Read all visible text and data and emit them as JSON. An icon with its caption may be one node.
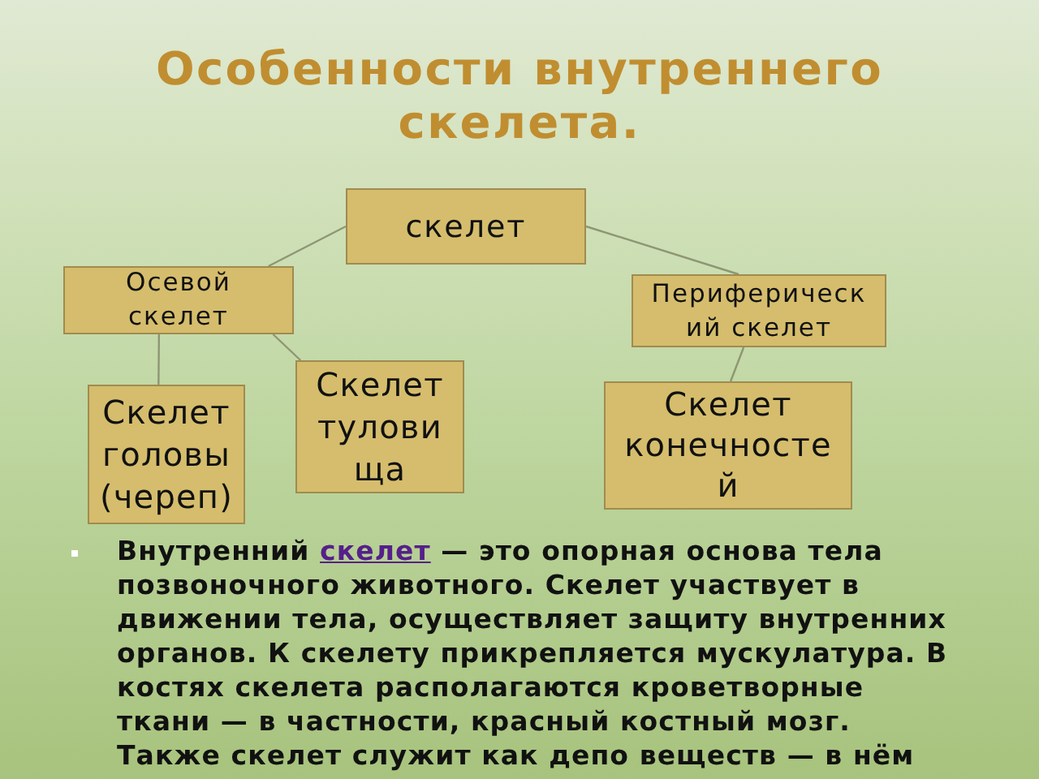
{
  "diagram": {
    "title": "Особенности внутреннего скелета.",
    "nodes": [
      {
        "text": [
          "скелет"
        ]
      },
      {
        "text": [
          "Осевой скелет"
        ]
      },
      {
        "text": [
          "Периферическ ий скелет"
        ]
      },
      {
        "text": [
          "Скелет головы (череп)"
        ]
      },
      {
        "text": [
          "Скелет тулови ща"
        ]
      },
      {
        "text": [
          "Скелет конечносте й"
        ]
      }
    ],
    "edges": [
      {
        "from": 0,
        "to": 1,
        "arrow": "none"
      },
      {
        "from": 0,
        "to": 2,
        "arrow": "none"
      },
      {
        "from": 1,
        "to": 3,
        "arrow": "none"
      },
      {
        "from": 1,
        "to": 4,
        "arrow": "none"
      },
      {
        "from": 2,
        "to": 5,
        "arrow": "none"
      }
    ],
    "labels": [
      "Внутренний",
      "скелет",
      "— это опорная основа тела позвоночного животного. Скелет участвует в движении тела, осуществляет защиту внутренних органов. К скелету прикрепляется мускулатура. В костях скелета располагаются кроветворные ткани — в частности, красный костный мозг. Также скелет служит как депо веществ — в нём"
    ]
  }
}
